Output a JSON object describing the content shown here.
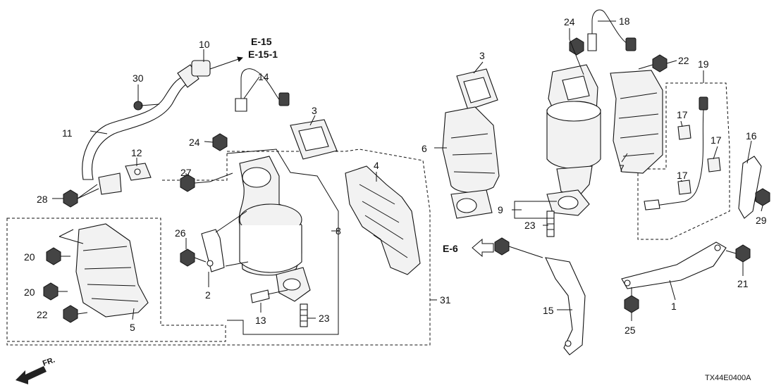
{
  "diagram": {
    "document_code": "TX44E0400A",
    "front_indicator": "FR.",
    "cross_references": {
      "top": [
        "E-15",
        "E-15-1"
      ],
      "left": "E-6"
    },
    "callouts": {
      "c1": "1",
      "c2": "2",
      "c3a": "3",
      "c3b": "3",
      "c4": "4",
      "c5": "5",
      "c6": "6",
      "c7": "7",
      "c8": "8",
      "c9": "9",
      "c10": "10",
      "c11": "11",
      "c12": "12",
      "c13": "13",
      "c14": "14",
      "c15": "15",
      "c16": "16",
      "c17a": "17",
      "c17b": "17",
      "c17c": "17",
      "c18": "18",
      "c19": "19",
      "c20a": "20",
      "c20b": "20",
      "c21": "21",
      "c22a": "22",
      "c22b": "22",
      "c23a": "23",
      "c23b": "23",
      "c24a": "24",
      "c24b": "24",
      "c25": "25",
      "c26": "26",
      "c27": "27",
      "c28": "28",
      "c29": "29",
      "c30": "30",
      "c31": "31"
    }
  }
}
